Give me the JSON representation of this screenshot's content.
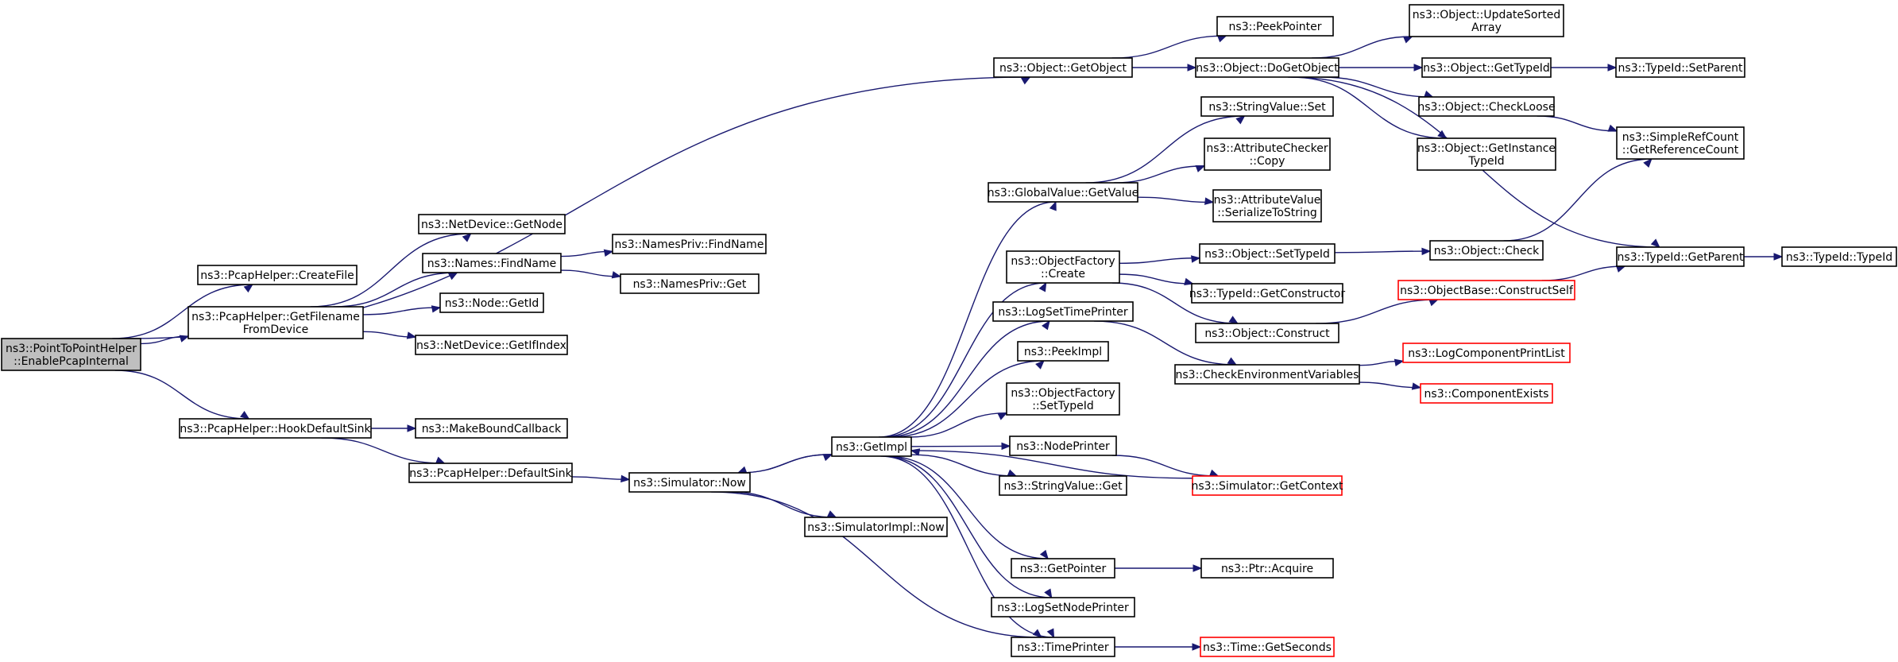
{
  "colors": {
    "edge": "#191970",
    "root_fill": "#bfbfbf",
    "red_border": "#ff0000"
  },
  "nodes": [
    {
      "id": "root",
      "lines": [
        "ns3::PointToPointHelper",
        "::EnablePcapInternal"
      ],
      "style": "root"
    },
    {
      "id": "createfile",
      "lines": [
        "ns3::PcapHelper::CreateFile"
      ]
    },
    {
      "id": "getfilename",
      "lines": [
        "ns3::PcapHelper::GetFilename",
        "FromDevice"
      ]
    },
    {
      "id": "hookdefault",
      "lines": [
        "ns3::PcapHelper::HookDefaultSink"
      ]
    },
    {
      "id": "netdev_getnode",
      "lines": [
        "ns3::NetDevice::GetNode"
      ]
    },
    {
      "id": "names_findname",
      "lines": [
        "ns3::Names::FindName"
      ]
    },
    {
      "id": "node_getid",
      "lines": [
        "ns3::Node::GetId"
      ]
    },
    {
      "id": "netdev_getifindex",
      "lines": [
        "ns3::NetDevice::GetIfIndex"
      ]
    },
    {
      "id": "makebound",
      "lines": [
        "ns3::MakeBoundCallback"
      ]
    },
    {
      "id": "defaultsink",
      "lines": [
        "ns3::PcapHelper::DefaultSink"
      ]
    },
    {
      "id": "namespriv_findname",
      "lines": [
        "ns3::NamesPriv::FindName"
      ]
    },
    {
      "id": "namespriv_get",
      "lines": [
        "ns3::NamesPriv::Get"
      ]
    },
    {
      "id": "sim_now",
      "lines": [
        "ns3::Simulator::Now"
      ]
    },
    {
      "id": "simimpl_now",
      "lines": [
        "ns3::SimulatorImpl::Now"
      ]
    },
    {
      "id": "getimpl",
      "lines": [
        "ns3::GetImpl"
      ]
    },
    {
      "id": "obj_getobject",
      "lines": [
        "ns3::Object::GetObject"
      ]
    },
    {
      "id": "gv_getvalue",
      "lines": [
        "ns3::GlobalValue::GetValue"
      ]
    },
    {
      "id": "of_create",
      "lines": [
        "ns3::ObjectFactory",
        "::Create"
      ]
    },
    {
      "id": "logsettimeprinter",
      "lines": [
        "ns3::LogSetTimePrinter"
      ]
    },
    {
      "id": "peekimpl",
      "lines": [
        "ns3::PeekImpl"
      ]
    },
    {
      "id": "of_settypeid",
      "lines": [
        "ns3::ObjectFactory",
        "::SetTypeId"
      ]
    },
    {
      "id": "nodeprinter",
      "lines": [
        "ns3::NodePrinter"
      ]
    },
    {
      "id": "sv_get",
      "lines": [
        "ns3::StringValue::Get"
      ]
    },
    {
      "id": "getpointer",
      "lines": [
        "ns3::GetPointer"
      ]
    },
    {
      "id": "logsetnodeprinter",
      "lines": [
        "ns3::LogSetNodePrinter"
      ]
    },
    {
      "id": "timeprinter",
      "lines": [
        "ns3::TimePrinter"
      ]
    },
    {
      "id": "peekpointer",
      "lines": [
        "ns3::PeekPointer"
      ]
    },
    {
      "id": "obj_dogetobject",
      "lines": [
        "ns3::Object::DoGetObject"
      ]
    },
    {
      "id": "sv_set",
      "lines": [
        "ns3::StringValue::Set"
      ]
    },
    {
      "id": "attrchecker_copy",
      "lines": [
        "ns3::AttributeChecker",
        "::Copy"
      ]
    },
    {
      "id": "attrvalue_ser",
      "lines": [
        "ns3::AttributeValue",
        "::SerializeToString"
      ]
    },
    {
      "id": "obj_settypeid",
      "lines": [
        "ns3::Object::SetTypeId"
      ]
    },
    {
      "id": "typeid_getctor",
      "lines": [
        "ns3::TypeId::GetConstructor"
      ]
    },
    {
      "id": "obj_construct",
      "lines": [
        "ns3::Object::Construct"
      ]
    },
    {
      "id": "checkenv",
      "lines": [
        "ns3::CheckEnvironmentVariables"
      ]
    },
    {
      "id": "sim_getcontext",
      "lines": [
        "ns3::Simulator::GetContext"
      ],
      "style": "red"
    },
    {
      "id": "ptr_acquire",
      "lines": [
        "ns3::Ptr::Acquire"
      ]
    },
    {
      "id": "time_getseconds",
      "lines": [
        "ns3::Time::GetSeconds"
      ],
      "style": "red"
    },
    {
      "id": "obj_updatesorted",
      "lines": [
        "ns3::Object::UpdateSorted",
        "Array"
      ]
    },
    {
      "id": "obj_gettypeid",
      "lines": [
        "ns3::Object::GetTypeId"
      ]
    },
    {
      "id": "obj_checkloose",
      "lines": [
        "ns3::Object::CheckLoose"
      ]
    },
    {
      "id": "obj_getinstance",
      "lines": [
        "ns3::Object::GetInstance",
        "TypeId"
      ]
    },
    {
      "id": "obj_check",
      "lines": [
        "ns3::Object::Check"
      ]
    },
    {
      "id": "objbase_construct",
      "lines": [
        "ns3::ObjectBase::ConstructSelf"
      ],
      "style": "red"
    },
    {
      "id": "logcomp_printlist",
      "lines": [
        "ns3::LogComponentPrintList"
      ],
      "style": "red"
    },
    {
      "id": "componentexists",
      "lines": [
        "ns3::ComponentExists"
      ],
      "style": "red"
    },
    {
      "id": "typeid_setparent",
      "lines": [
        "ns3::TypeId::SetParent"
      ]
    },
    {
      "id": "simplerefcount",
      "lines": [
        "ns3::SimpleRefCount",
        "::GetReferenceCount"
      ]
    },
    {
      "id": "typeid_getparent",
      "lines": [
        "ns3::TypeId::GetParent"
      ]
    },
    {
      "id": "typeid_typeid",
      "lines": [
        "ns3::TypeId::TypeId"
      ]
    }
  ]
}
